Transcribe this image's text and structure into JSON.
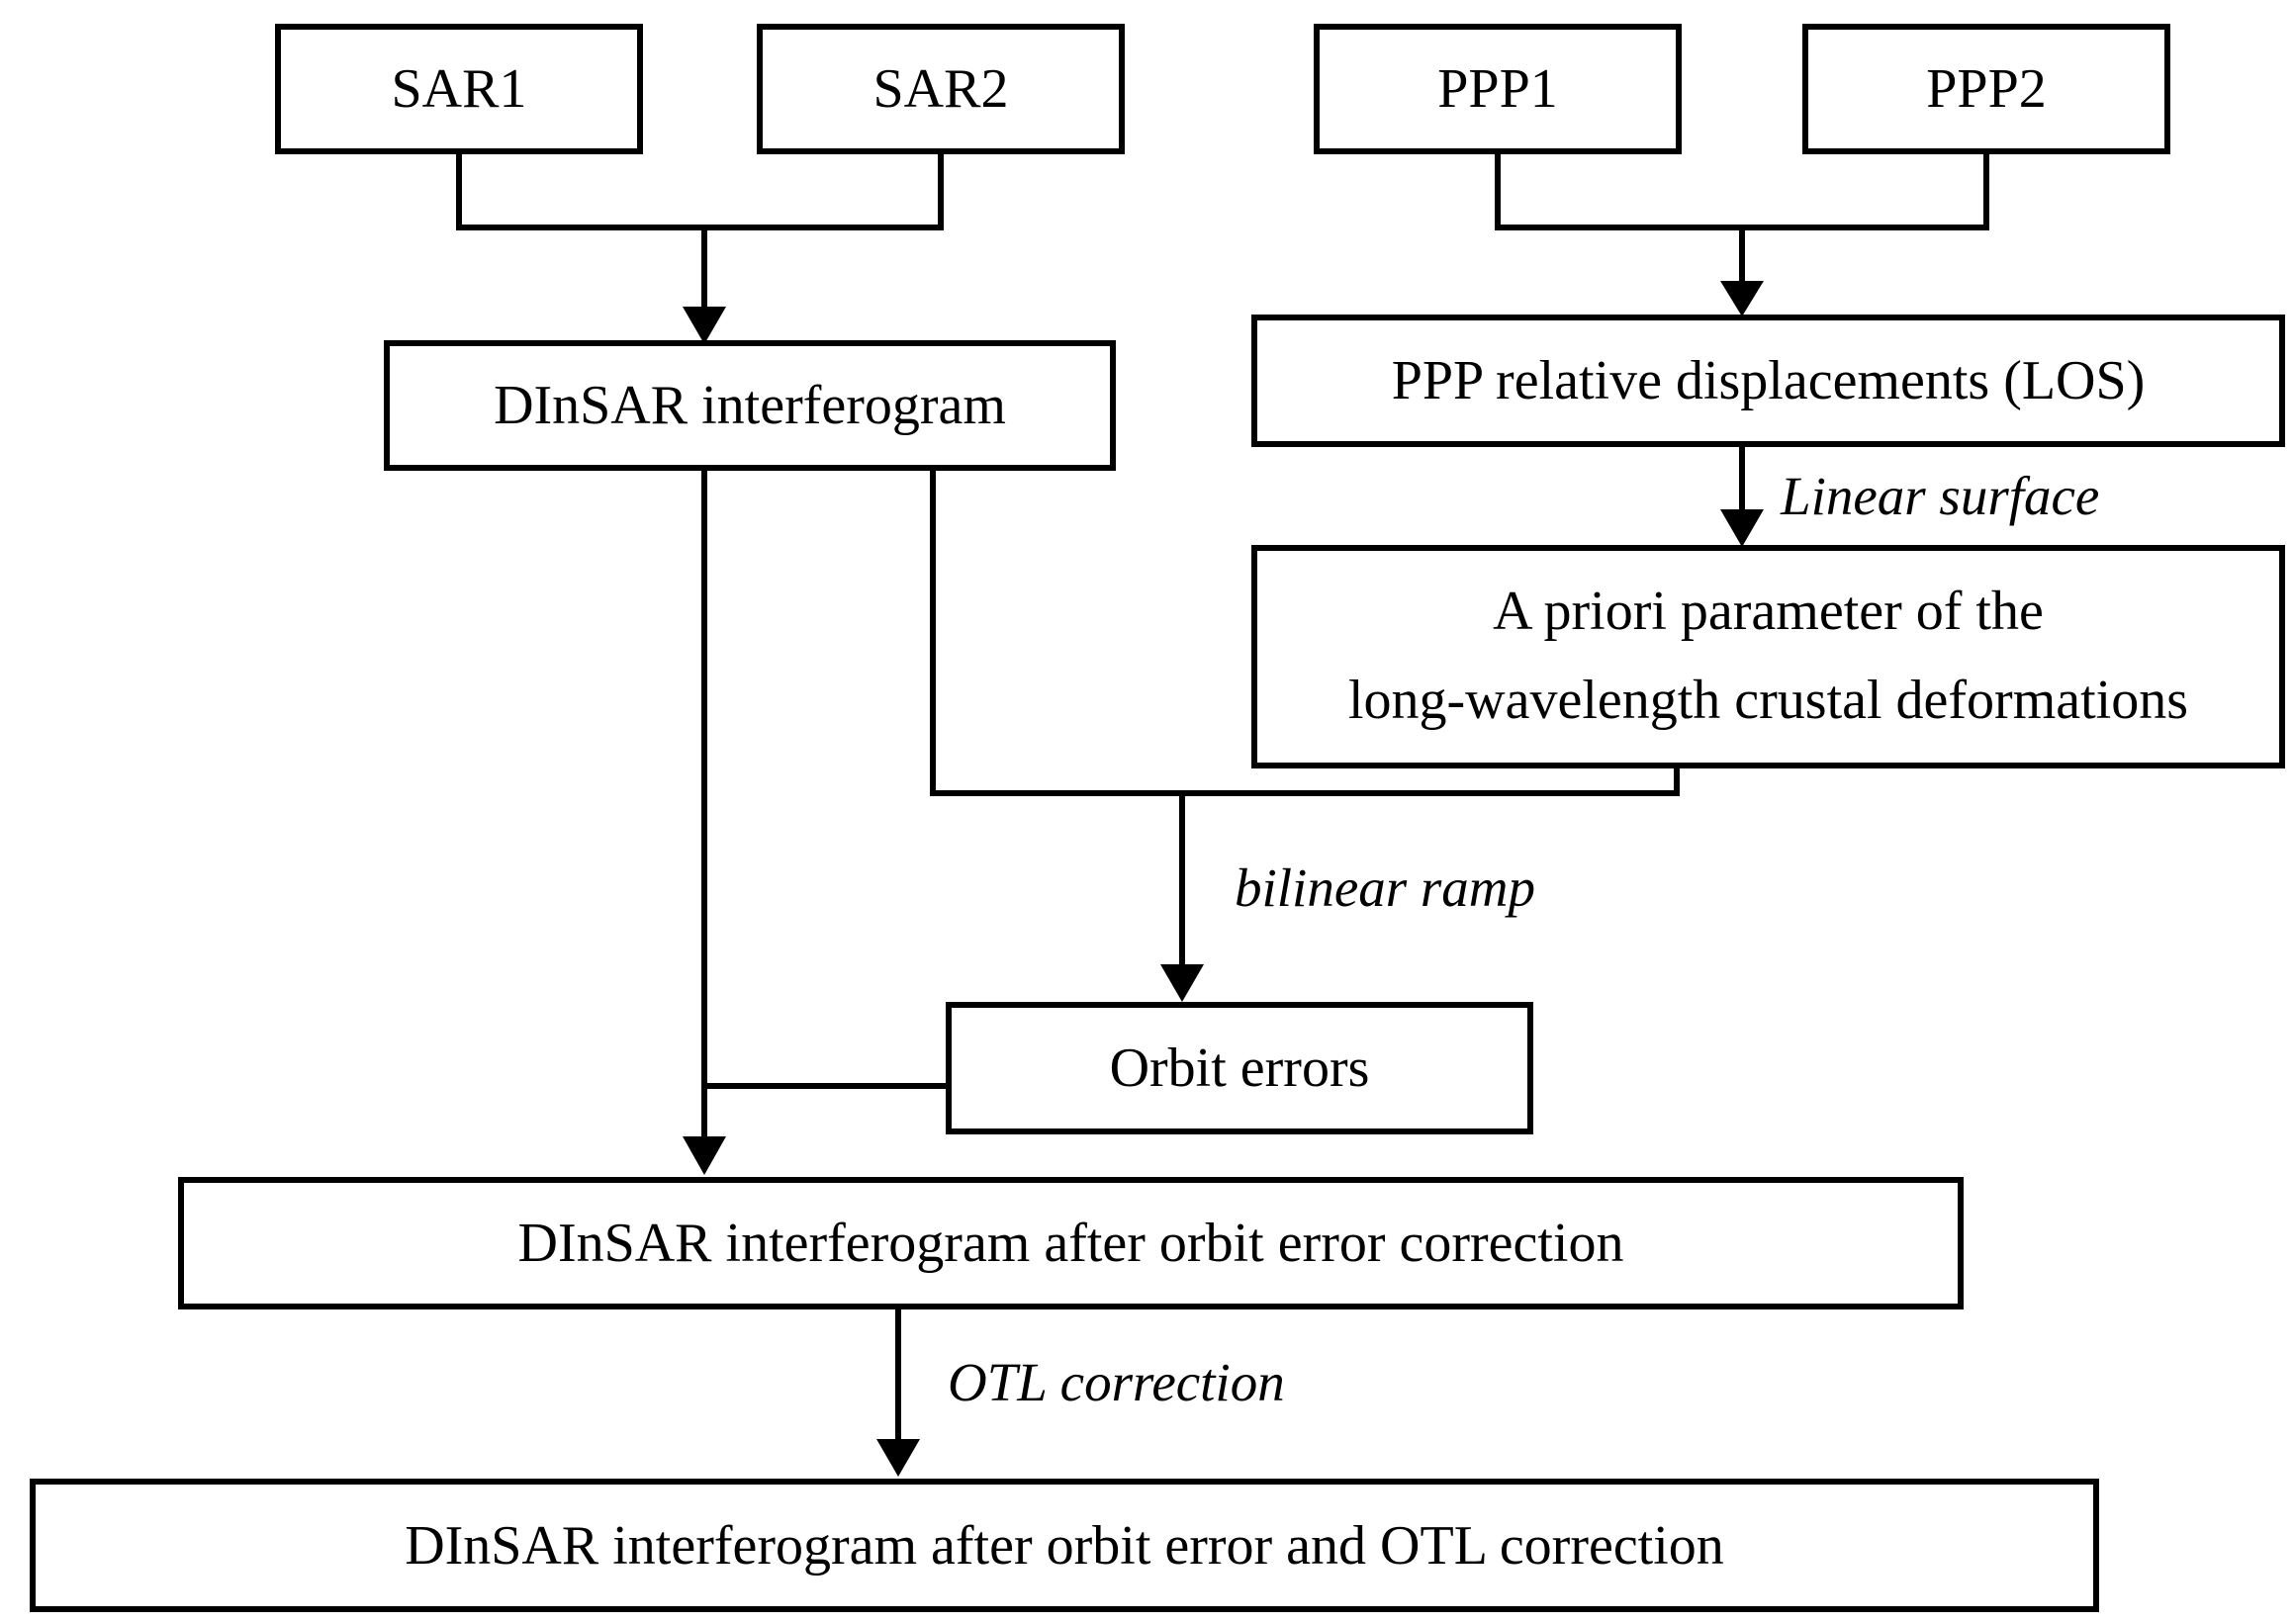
{
  "diagram": {
    "title_implicit": "DInSAR orbit error and OTL correction workflow",
    "colors": {
      "background": "#ffffff",
      "line": "#000000",
      "text": "#000000",
      "box_fill": "#ffffff"
    },
    "nodes": {
      "sar1": {
        "label": "SAR1"
      },
      "sar2": {
        "label": "SAR2"
      },
      "ppp1": {
        "label": "PPP1"
      },
      "ppp2": {
        "label": "PPP2"
      },
      "dinsar_interferogram": {
        "label": "DInSAR interferogram"
      },
      "ppp_relative_displacements": {
        "label": "PPP relative displacements (LOS)"
      },
      "a_priori_parameter": {
        "label_line1": "A priori parameter of the",
        "label_line2": "long-wavelength crustal deformations"
      },
      "orbit_errors": {
        "label": "Orbit errors"
      },
      "dinsar_after_orbit_error": {
        "label": "DInSAR interferogram after orbit error correction"
      },
      "dinsar_after_orbit_otl": {
        "label": "DInSAR interferogram after orbit error and OTL correction"
      }
    },
    "edge_labels": {
      "linear_surface": "Linear surface",
      "bilinear_ramp": "bilinear ramp",
      "otl_correction": "OTL correction"
    }
  }
}
